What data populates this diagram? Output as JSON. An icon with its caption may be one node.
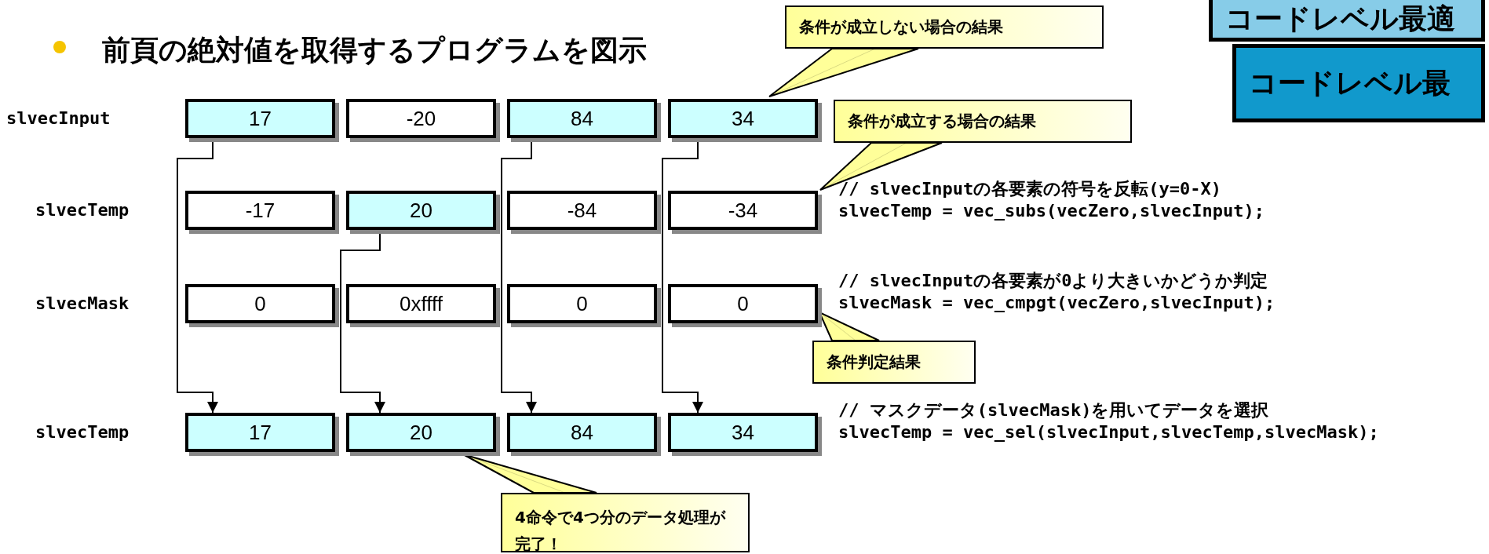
{
  "diagram": {
    "title": "前頁の絶対値を取得するプログラムを図示",
    "nodes": [
      {
        "text": [
          "条件が成立しない場合の結果"
        ]
      },
      {
        "text": [
          "コードレベル最適"
        ]
      },
      {
        "text": [
          "コードレベル最"
        ]
      },
      {
        "text": [
          "17"
        ]
      },
      {
        "text": [
          "-20"
        ]
      },
      {
        "text": [
          "84"
        ]
      },
      {
        "text": [
          "34"
        ]
      },
      {
        "text": [
          "条件が成立する場合の結果"
        ]
      },
      {
        "text": [
          "-17"
        ]
      },
      {
        "text": [
          "20"
        ]
      },
      {
        "text": [
          "-84"
        ]
      },
      {
        "text": [
          "-34"
        ]
      },
      {
        "text": [
          "0"
        ]
      },
      {
        "text": [
          "0xffff"
        ]
      },
      {
        "text": [
          "0"
        ]
      },
      {
        "text": [
          "0"
        ]
      },
      {
        "text": [
          "条件判定結果"
        ]
      },
      {
        "text": [
          "17"
        ]
      },
      {
        "text": [
          "20"
        ]
      },
      {
        "text": [
          "84"
        ]
      },
      {
        "text": [
          "34"
        ]
      },
      {
        "text": [
          "4命令で4つ分のデータ処理が完了！"
        ]
      }
    ],
    "edges": [
      {
        "from": 3,
        "to": 17,
        "arrow": "to"
      },
      {
        "from": 9,
        "to": 18,
        "arrow": "to"
      },
      {
        "from": 5,
        "to": 19,
        "arrow": "to"
      },
      {
        "from": 6,
        "to": 20,
        "arrow": "to"
      },
      {
        "from": 0,
        "to": 6,
        "arrow": "none"
      },
      {
        "from": 7,
        "to": 11,
        "arrow": "none"
      },
      {
        "from": 16,
        "to": 15,
        "arrow": "none"
      },
      {
        "from": 21,
        "to": 18,
        "arrow": "none"
      }
    ],
    "labels": [
      "slvecInput",
      "slvecTemp",
      "// slvecInputの各要素の符号を反転(y=0-X)",
      "slvecTemp = vec_subs(vecZero,slvecInput);",
      "slvecMask",
      "// slvecInputの各要素が0より大きいかどうか判定",
      "slvecMask = vec_cmpgt(vecZero,slvecInput);",
      "slvecTemp",
      "// マスクデータ(slvecMask)を用いてデータを選択",
      "slvecTemp = vec_sel(slvecInput,slvecTemp,slvecMask);"
    ]
  }
}
